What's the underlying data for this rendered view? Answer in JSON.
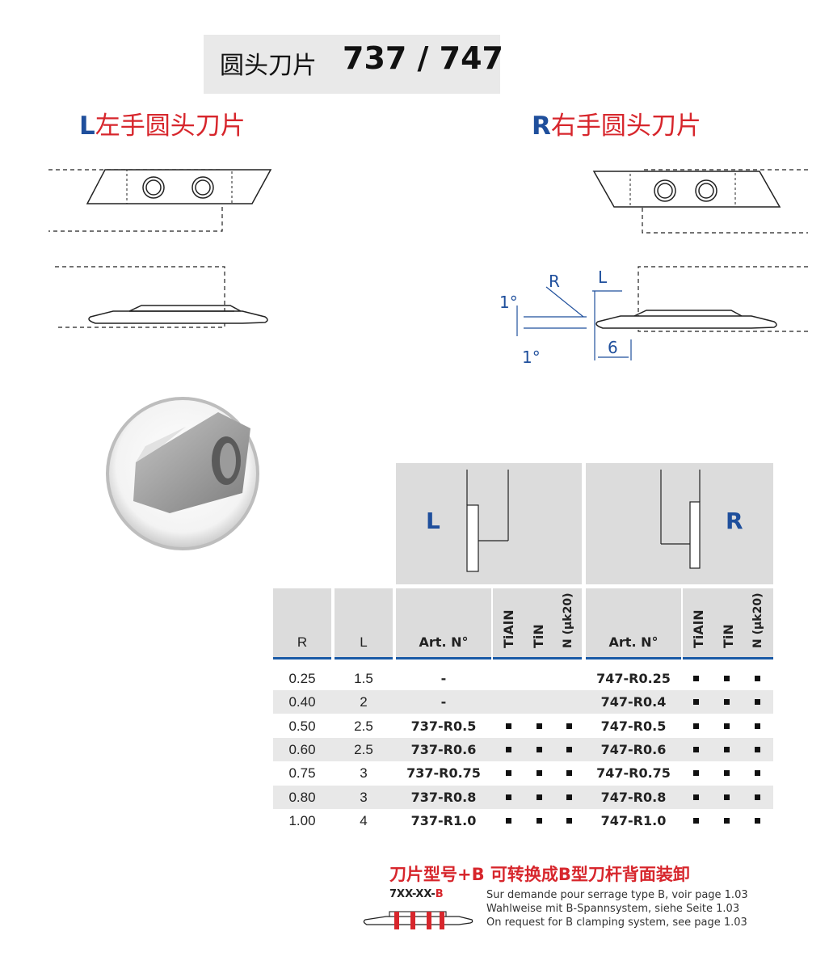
{
  "title": {
    "cn": "圆头刀片",
    "num": "737 / 747"
  },
  "left_heading": {
    "letter": "L",
    "text": "左手圆头刀片"
  },
  "right_heading": {
    "letter": "R",
    "text": "右手圆头刀片"
  },
  "diagram_labels": {
    "r": "R",
    "l": "L",
    "deg_top": "1°",
    "deg_bottom": "1°",
    "six": "6"
  },
  "panel_labels": {
    "left": "L",
    "right": "R"
  },
  "table": {
    "headers": {
      "r": "R",
      "l": "L",
      "art_left": "Art. N°",
      "art_right": "Art. N°",
      "tialn": "TiAlN",
      "tin": "TiN",
      "n": "N (μk20)"
    },
    "rows": [
      {
        "r": "0.25",
        "l": "1.5",
        "art737": "-",
        "c737": [
          false,
          false,
          false
        ],
        "art747": "747-R0.25",
        "c747": [
          true,
          true,
          true
        ]
      },
      {
        "r": "0.40",
        "l": "2",
        "art737": "-",
        "c737": [
          false,
          false,
          false
        ],
        "art747": "747-R0.4",
        "c747": [
          true,
          true,
          true
        ]
      },
      {
        "r": "0.50",
        "l": "2.5",
        "art737": "737-R0.5",
        "c737": [
          true,
          true,
          true
        ],
        "art747": "747-R0.5",
        "c747": [
          true,
          true,
          true
        ]
      },
      {
        "r": "0.60",
        "l": "2.5",
        "art737": "737-R0.6",
        "c737": [
          true,
          true,
          true
        ],
        "art747": "747-R0.6",
        "c747": [
          true,
          true,
          true
        ]
      },
      {
        "r": "0.75",
        "l": "3",
        "art737": "737-R0.75",
        "c737": [
          true,
          true,
          true
        ],
        "art747": "747-R0.75",
        "c747": [
          true,
          true,
          true
        ]
      },
      {
        "r": "0.80",
        "l": "3",
        "art737": "737-R0.8",
        "c737": [
          true,
          true,
          true
        ],
        "art747": "747-R0.8",
        "c747": [
          true,
          true,
          true
        ]
      },
      {
        "r": "1.00",
        "l": "4",
        "art737": "737-R1.0",
        "c737": [
          true,
          true,
          true
        ],
        "art747": "747-R1.0",
        "c747": [
          true,
          true,
          true
        ]
      }
    ]
  },
  "note": {
    "cn": "刀片型号+B  可转换成B型刀杆背面装卸",
    "code_prefix": "7XX-XX-",
    "code_suffix": "B",
    "fr": "Sur demande pour serrage type B, voir page 1.03",
    "de": "Wahlweise mit B-Spannsystem, siehe Seite 1.03",
    "en": "On request for B clamping system, see page 1.03"
  },
  "colors": {
    "red": "#d7262c",
    "blue": "#1f4f9c",
    "header_gray": "#dcdcdc",
    "band_gray": "#e8e8e8"
  }
}
